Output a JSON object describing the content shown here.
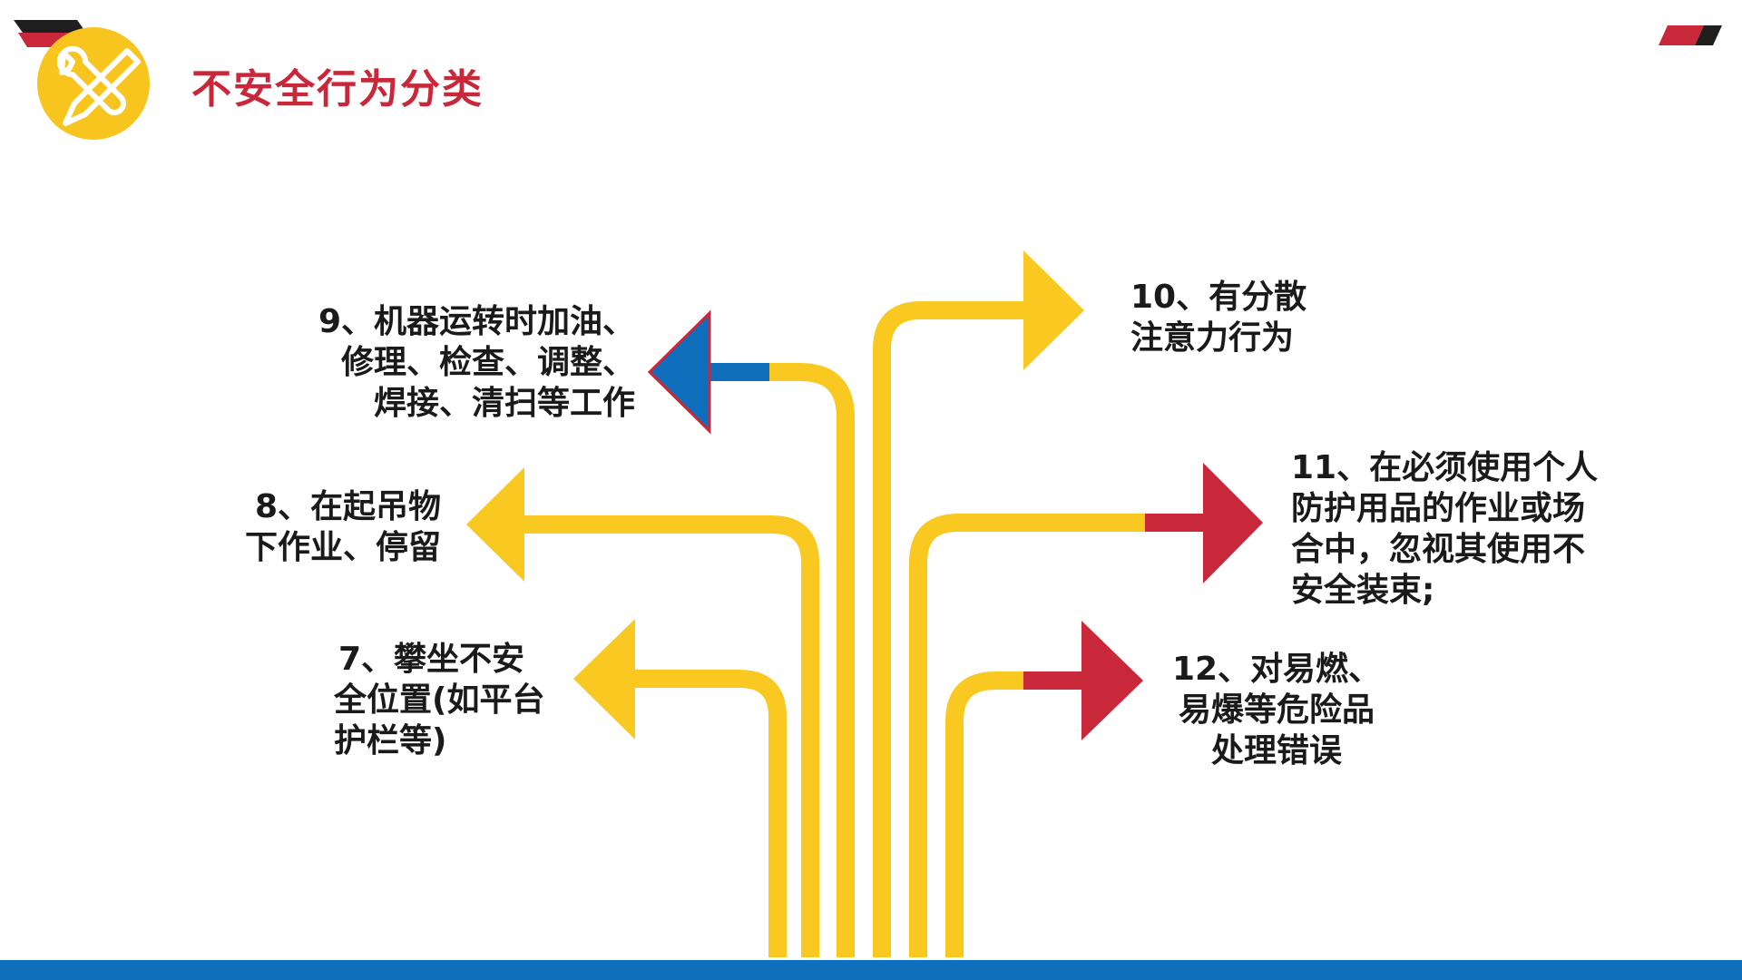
{
  "title": "不安全行为分类",
  "colors": {
    "accent_red": "#c8283a",
    "arrow_yellow": "#f9c922",
    "arrow_blue": "#0f6fbd",
    "bottom_bar_blue": "#0f6fbd",
    "badge_yellow": "#f7c51e",
    "dark": "#1a1a1a"
  },
  "icons": {
    "title_badge": "tools-wrench-screwdriver-icon"
  },
  "items": [
    {
      "id": "9",
      "lines": [
        "9、机器运转时加油、",
        "修理、检查、调整、",
        "焊接、清扫等工作"
      ]
    },
    {
      "id": "8",
      "lines": [
        "8、在起吊物",
        "下作业、停留"
      ]
    },
    {
      "id": "7",
      "lines": [
        "7、攀坐不安",
        "全位置(如平台",
        "护栏等)"
      ]
    },
    {
      "id": "10",
      "lines": [
        "10、有分散",
        "注意力行为"
      ]
    },
    {
      "id": "11",
      "lines": [
        "11、在必须使用个人",
        "防护用品的作业或场",
        "合中，忽视其使用不",
        "安全装束;"
      ]
    },
    {
      "id": "12",
      "lines": [
        "12、对易燃、",
        "易爆等危险品",
        "处理错误"
      ]
    }
  ]
}
